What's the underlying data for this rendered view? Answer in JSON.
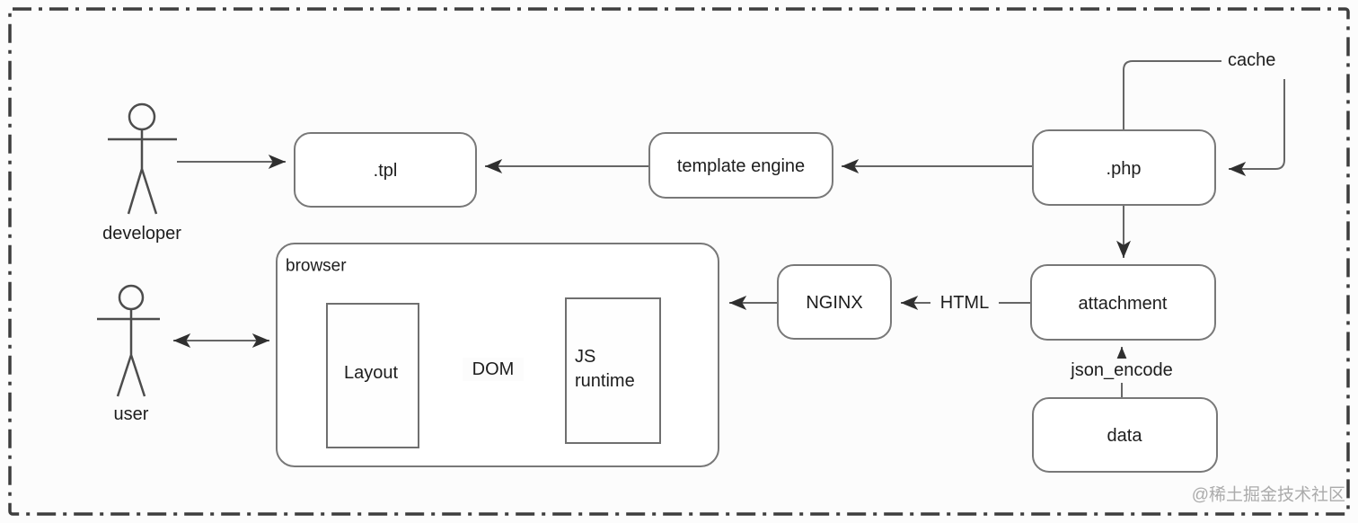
{
  "diagram": {
    "actors": {
      "developer": {
        "label": "developer"
      },
      "user": {
        "label": "user"
      }
    },
    "nodes": {
      "tpl": {
        "label": ".tpl"
      },
      "template_engine": {
        "label": "template engine"
      },
      "php": {
        "label": ".php"
      },
      "attachment": {
        "label": "attachment"
      },
      "nginx": {
        "label": "NGINX"
      },
      "data": {
        "label": "data"
      },
      "browser": {
        "label": "browser"
      },
      "layout": {
        "label": "Layout"
      },
      "js_runtime": {
        "line1": "JS",
        "line2": "runtime"
      }
    },
    "labels": {
      "cache": "cache",
      "html": "HTML",
      "dom": "DOM",
      "json_encode": "json_encode"
    },
    "watermark": "@稀土掘金技术社区",
    "colors": {
      "background": "#fcfcfc",
      "outer_border": "#3d3d3d",
      "box_border": "#787878",
      "edge_line": "#666666",
      "arrowhead": "#2f2f2f",
      "text": "#1d1d1d",
      "watermark_text": "#ababab"
    }
  }
}
